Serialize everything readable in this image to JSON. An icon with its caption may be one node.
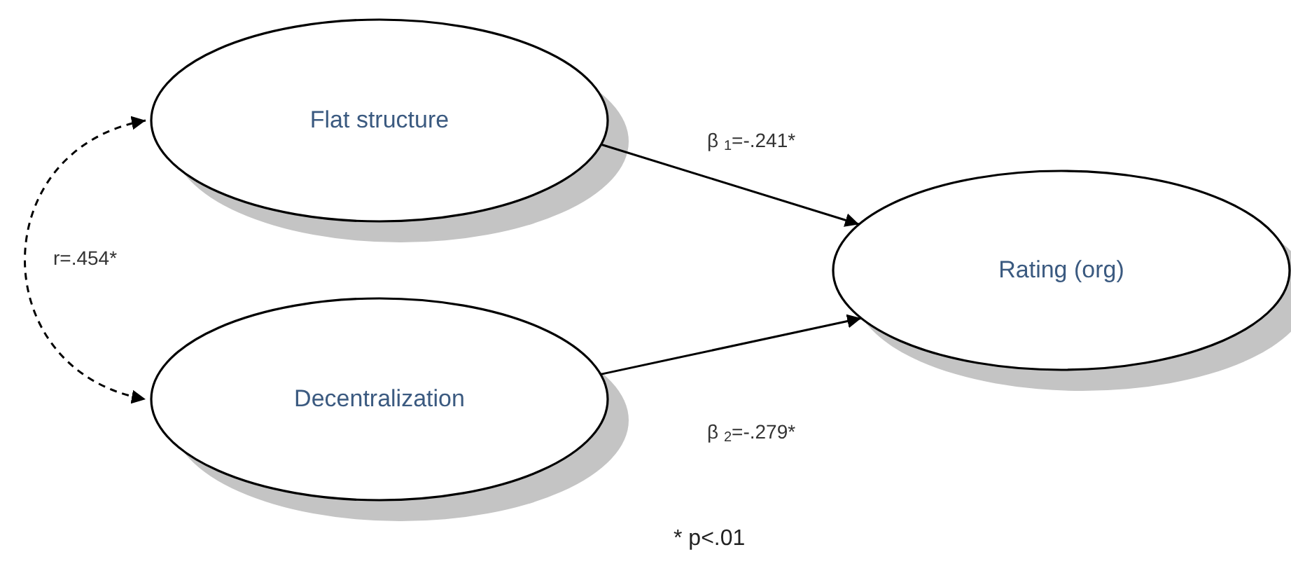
{
  "diagram": {
    "nodes": [
      {
        "text": [
          "Flat structure"
        ]
      },
      {
        "text": [
          "Decentralization"
        ]
      },
      {
        "text": [
          "Rating (org)"
        ]
      }
    ],
    "edges": [
      {
        "from": 0,
        "to": 1,
        "arrow": "both",
        "style": "dashed",
        "label": "r=.454*"
      },
      {
        "from": 0,
        "to": 2,
        "arrow": "to",
        "label": "β $_{1}$=-.241*"
      },
      {
        "from": 1,
        "to": 2,
        "arrow": "to",
        "label": "β $_{2}$=-.279*"
      }
    ],
    "labels": [
      "* p<.01"
    ]
  }
}
